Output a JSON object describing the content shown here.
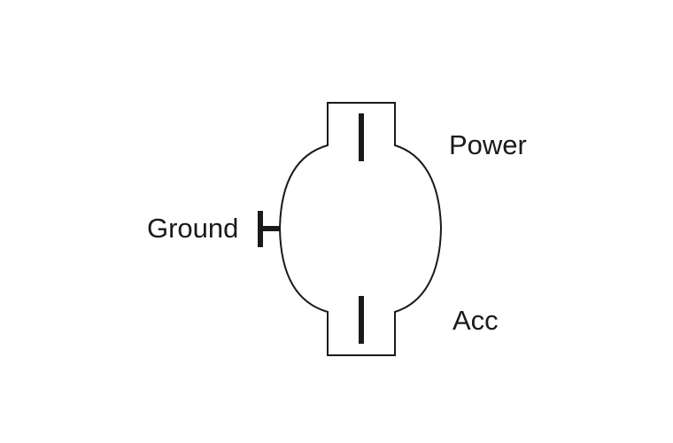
{
  "diagram": {
    "labels": {
      "power": "Power",
      "ground": "Ground",
      "acc": "Acc"
    },
    "colors": {
      "stroke": "#1a1a1a",
      "background": "#ffffff"
    }
  }
}
